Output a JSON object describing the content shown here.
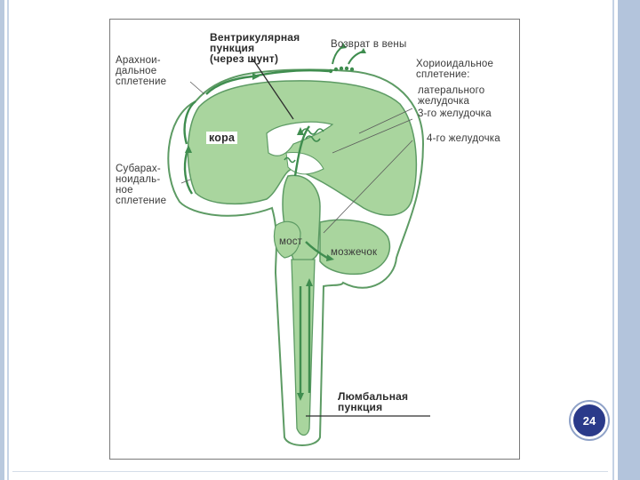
{
  "diagram": {
    "labels": {
      "ventricular_puncture": "Вентрикулярная\nпункция\n(через шунт)",
      "return_to_veins": "Возврат в вены",
      "arachnoid_plexus": "Арахнои-\nдальное\nсплетение",
      "choroid_plexus": "Хориоидальное\nсплетение:",
      "lateral_ventricle": "латерального\nжелудочка",
      "third_ventricle": "3-го желудочка",
      "fourth_ventricle": "4-го желудочка",
      "cortex": "кора",
      "subarachnoid_plexus": "Субарах-\nноидаль-\nное\nсплетение",
      "pons": "мост",
      "cerebellum": "мозжечок",
      "lumbar_puncture": "Люмбальная\nпункция"
    }
  },
  "page": {
    "number": "24"
  },
  "colors": {
    "tissue": "#a9d59e",
    "flow": "#3f8d4f",
    "outline": "#5d9b64"
  }
}
